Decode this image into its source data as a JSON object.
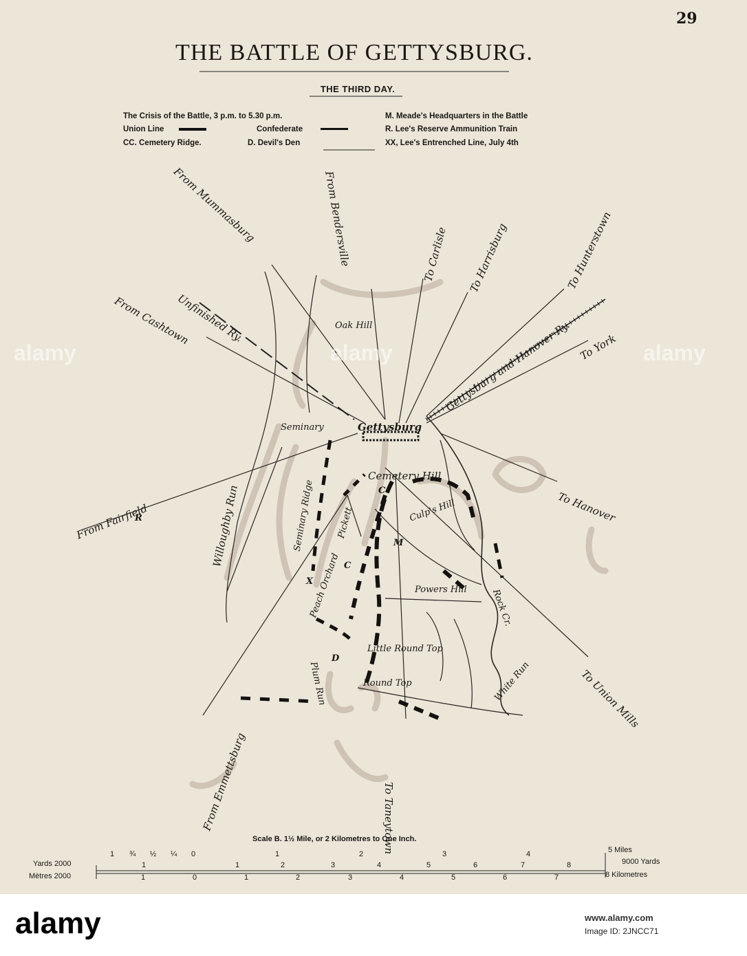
{
  "page_number": "29",
  "title": "THE BATTLE OF GETTYSBURG.",
  "subtitle": "THE THIRD DAY.",
  "legend": {
    "crisis": "The Crisis of the Battle, 3 p.m. to 5.30 p.m.",
    "union_line": "Union Line",
    "confederate": "Confederate",
    "cc": "CC. Cemetery Ridge.",
    "d": "D. Devil's Den",
    "m": "M.  Meade's Headquarters in the Battle",
    "r": "R.  Lee's Reserve Ammunition Train",
    "xx": "XX, Lee's  Entrenched Line, July 4th"
  },
  "roads": {
    "from_mummasburg": "From Mummasburg",
    "from_bendersville": "From Bendersville",
    "to_carlisle": "To Carlisle",
    "to_harrisburg": "To Harrisburg",
    "to_hunterstown": "To Hunterstown",
    "gettysburg_hanover_ry": "Gettysburg and Hanover Ry.",
    "to_york": "To York",
    "to_hanover": "To Hanover",
    "to_union_mills": "To Union Mills",
    "to_taneytown": "To Taneytown",
    "from_emmettsburg": "From Emmettsburg",
    "from_fairfield": "From Fairfield",
    "from_cashtown": "From Cashtown",
    "unfinished_ry": "Unfinished Ry."
  },
  "places": {
    "oak_hill": "Oak Hill",
    "gettysburg": "Gettysburg",
    "seminary": "Seminary",
    "seminary_ridge": "Seminary Ridge",
    "willoughby_run": "Willoughby Run",
    "cemetery_hill": "Cemetery Hill",
    "culps_hill": "Culp's Hill",
    "pickett": "Pickett",
    "m_marker": "M",
    "c_marker_1": "C",
    "c_marker_2": "C",
    "x_marker": "X",
    "r_marker": "R",
    "d_marker": "D",
    "peach_orchard": "Peach Orchard",
    "powers_hill": "Powers Hill",
    "rock_cr": "Rock Cr.",
    "little_round_top": "Little Round Top",
    "round_top": "Round Top",
    "plum_run": "Plum Run",
    "white_run": "White Run"
  },
  "scale": {
    "title": "Scale B.  1½ Mile, or 2 Kilometres to One Inch.",
    "yards_label": "Yards 2000",
    "metres_label": "Mètres 2000",
    "miles_end": "5 Miles",
    "yards_end": "9000 Yards",
    "km_end": "8 Kilometres",
    "mile_ticks": [
      "1",
      "¾",
      "½",
      "¼",
      "0",
      "1",
      "2",
      "3",
      "4"
    ],
    "yard_ticks": [
      "1",
      "1",
      "2",
      "3",
      "4",
      "5",
      "6",
      "7",
      "8"
    ],
    "km_ticks": [
      "1",
      "0",
      "1",
      "2",
      "3",
      "4",
      "5",
      "6",
      "7"
    ]
  },
  "watermark": {
    "logo": "alamy",
    "image_id_label": "Image ID: 2JNCC71",
    "url": "www.alamy.com",
    "ghost_text": "alamy"
  }
}
